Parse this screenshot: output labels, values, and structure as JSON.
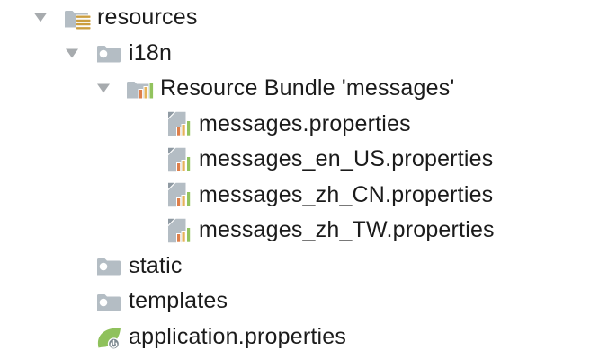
{
  "colors": {
    "background": "#FFFFFF",
    "text": "#1B1B1B",
    "arrow": "#A7ABAE",
    "folder_gray": "#B4BDC4",
    "fold_dark": "#8F9AA3",
    "hole_white": "#FFFFFF",
    "resources_gold": "#CB9E3F",
    "bar_orange": "#DE7F4A",
    "bar_amber": "#E5B25A",
    "bar_green": "#92C35E",
    "spring_leaf_green": "#8FC15C",
    "spring_badge_gray": "#7E8A91",
    "spring_badge_symbol": "#FFFFFF"
  },
  "tree": {
    "rows": [
      {
        "label": "resources",
        "level": 0,
        "icon": "folder-resources",
        "expanded": true
      },
      {
        "label": "i18n",
        "level": 1,
        "icon": "folder",
        "expanded": true
      },
      {
        "label": "Resource Bundle 'messages'",
        "level": 2,
        "icon": "folder-resource-bundle",
        "expanded": true
      },
      {
        "label": "messages.properties",
        "level": 3,
        "icon": "file-resource-bundle"
      },
      {
        "label": "messages_en_US.properties",
        "level": 3,
        "icon": "file-resource-bundle"
      },
      {
        "label": "messages_zh_CN.properties",
        "level": 3,
        "icon": "file-resource-bundle"
      },
      {
        "label": "messages_zh_TW.properties",
        "level": 3,
        "icon": "file-resource-bundle"
      },
      {
        "label": "static",
        "level": 1,
        "icon": "folder"
      },
      {
        "label": "templates",
        "level": 1,
        "icon": "folder"
      },
      {
        "label": "application.properties",
        "level": 1,
        "icon": "spring-boot-properties"
      }
    ]
  }
}
